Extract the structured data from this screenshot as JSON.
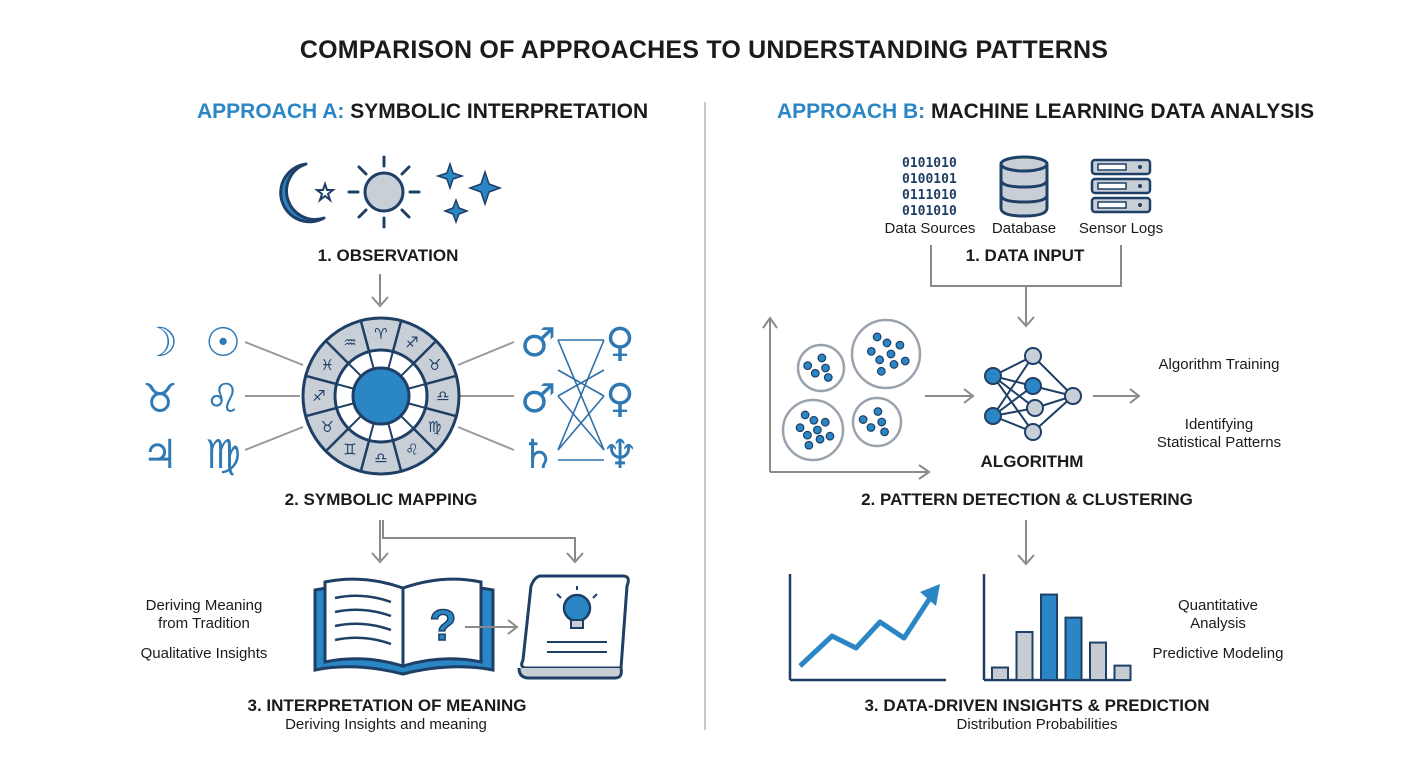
{
  "page": {
    "title": "COMPARISON OF APPROACHES TO UNDERSTANDING PATTERNS"
  },
  "approach_a": {
    "prefix": "APPROACH A:",
    "name": "SYMBOLIC INTERPRETATION",
    "step1": "1. OBSERVATION",
    "step2": "2. SYMBOLIC MAPPING",
    "step3": "3. INTERPRETATION OF MEANING",
    "step3_sub": "Deriving Insights and meaning",
    "note_tradition": "Deriving Meaning\nfrom Tradition",
    "note_qualitative": "Qualitative Insights",
    "left_glyphs": [
      "☽",
      "☉",
      "♉",
      "♌",
      "♃",
      "♍"
    ],
    "right_glyphs": [
      "♂",
      "♀",
      "♂",
      "♀",
      "♄",
      "♆"
    ],
    "wheel_glyphs": [
      "♈",
      "♐",
      "♉",
      "♎",
      "♍",
      "♌",
      "♎",
      "♊",
      "♉",
      "♐",
      "♓",
      "♒"
    ],
    "colors": {
      "accent": "#2b86c5",
      "navy": "#1e3f66",
      "wheel_fill": "#c9cfd7"
    }
  },
  "approach_b": {
    "prefix": "APPROACH B:",
    "name": "MACHINE LEARNING DATA ANALYSIS",
    "binary_lines": [
      "0101010",
      "0100101",
      "0111010",
      "0101010"
    ],
    "source_data": "Data Sources",
    "source_db": "Database",
    "source_logs": "Sensor Logs",
    "step1": "1. DATA INPUT",
    "algorithm_label": "ALGORITHM",
    "note_training": "Algorithm Training",
    "note_patterns": "Identifying\nStatistical Patterns",
    "step2": "2. PATTERN DETECTION & CLUSTERING",
    "note_quant": "Quantitative\nAnalysis",
    "note_predictive": "Predictive Modeling",
    "step3": "3. DATA-DRIVEN INSIGHTS & PREDICTION",
    "step3_sub": "Distribution Probabilities",
    "histogram_levels": [
      0.13,
      0.5,
      0.89,
      0.65,
      0.39,
      0.15
    ],
    "histogram_highlight": [
      false,
      false,
      true,
      true,
      false,
      false
    ],
    "colors": {
      "accent": "#2b86c5",
      "navy": "#1e3f66",
      "gray": "#c7ccd3"
    }
  }
}
